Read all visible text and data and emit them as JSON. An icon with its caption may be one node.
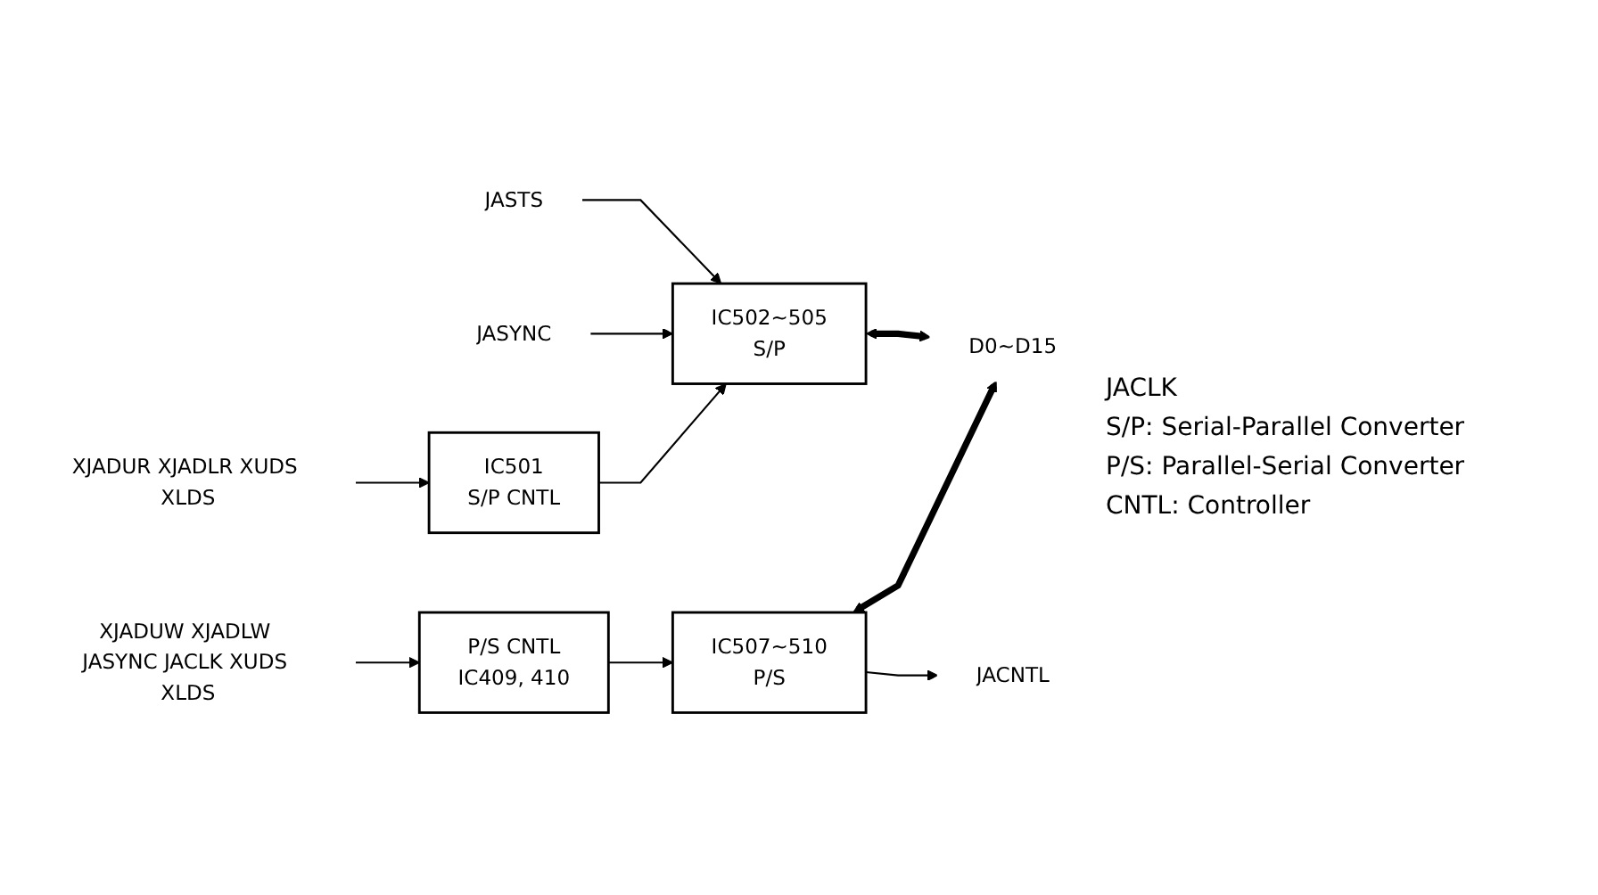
{
  "diagram": {
    "nodes": [
      {
        "text": [
          "JASTS"
        ]
      },
      {
        "text": [
          "JASYNC"
        ]
      },
      {
        "text": [
          "IC502~505",
          "S/P"
        ]
      },
      {
        "text": [
          "D0~D15"
        ]
      },
      {
        "text": [
          "XJADUR XJADLR XUDS XLDS"
        ]
      },
      {
        "text": [
          "IC501",
          "S/P CNTL"
        ]
      },
      {
        "text": [
          "IC507~510",
          "P/S"
        ]
      },
      {
        "text": [
          "JACNTL"
        ]
      },
      {
        "text": [
          "XJADUW XJADLW JASYNC JACLK XUDS XLDS"
        ]
      },
      {
        "text": [
          "P/S CNTL",
          "IC409, 410"
        ]
      }
    ],
    "edges": [
      {
        "from": 0,
        "to": 2,
        "arrow": "to"
      },
      {
        "from": 1,
        "to": 2,
        "arrow": "to"
      },
      {
        "from": 2,
        "to": 3,
        "arrow": "both",
        "style": "thick"
      },
      {
        "from": 6,
        "to": 3,
        "arrow": "both",
        "style": "thick"
      },
      {
        "from": 4,
        "to": 5,
        "arrow": "to"
      },
      {
        "from": 5,
        "to": 2,
        "arrow": "to"
      },
      {
        "from": 6,
        "to": 7,
        "arrow": "to"
      },
      {
        "from": 8,
        "to": 9,
        "arrow": "to"
      },
      {
        "from": 9,
        "to": 6,
        "arrow": "to"
      }
    ],
    "labels": [
      "JACLK",
      "S/P: Serial-Parallel Converter",
      "P/S: Parallel-Serial Converter",
      "CNTL: Controller"
    ]
  }
}
